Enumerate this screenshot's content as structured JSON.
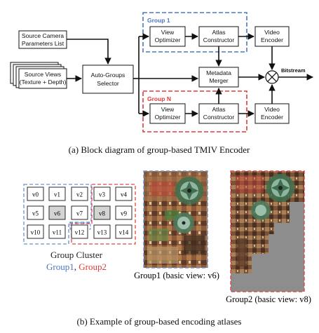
{
  "diagram": {
    "source_camera": [
      "Source Camera",
      "Parameters List"
    ],
    "source_views": [
      "Source Views",
      "(Texture + Depth)"
    ],
    "auto_groups": [
      "Auto-Groups",
      "Selector"
    ],
    "group1_label": "Group 1",
    "groupN_label": "Group N",
    "view_optimizer": [
      "View",
      "Optimizer"
    ],
    "atlas_constructor": [
      "Atlas",
      "Constructor"
    ],
    "video_encoder": [
      "Video",
      "Encoder"
    ],
    "metadata_merger": [
      "Metadata",
      "Merger"
    ],
    "bitstream": "Bitstream",
    "caption_a": "(a)  Block diagram of group-based TMIV Encoder"
  },
  "example": {
    "views": [
      "v0",
      "v1",
      "v2",
      "v3",
      "v4",
      "v5",
      "v6",
      "v7",
      "v8",
      "v9",
      "v10",
      "v11",
      "v12",
      "v13",
      "v14"
    ],
    "cluster_title": "Group Cluster",
    "group1": "Group1",
    "separator": ", ",
    "group2": "Group2",
    "atlas1_caption": "Group1 (basic view: v6)",
    "atlas2_caption": "Group2 (basic view: v8)",
    "caption_b": "(b)  Example of group-based encoding atlases"
  },
  "colors": {
    "group1": "#4a78c2",
    "group2": "#e23a3a",
    "basic_view_fill": "#d4d4d4"
  }
}
